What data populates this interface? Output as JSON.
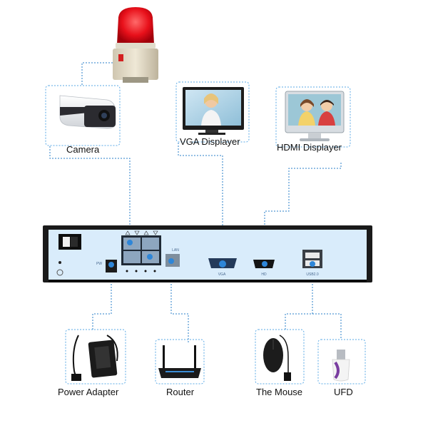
{
  "labels": {
    "camera": "Camera",
    "vga_displayer": "VGA Displayer",
    "hdmi_displayer": "HDMI Displayer",
    "power_adapter": "Power Adapter",
    "router": "Router",
    "mouse": "The Mouse",
    "ufd": "UFD"
  },
  "panel_ports": {
    "vga": "VGA",
    "hd": "HD",
    "usb": "USB2.0",
    "lan": "LAN",
    "pw": "PW"
  },
  "colors": {
    "connector_dashes": "#2a7fc8",
    "panel_face": "#d9ecfb",
    "panel_frame": "#1a1a1a",
    "port_dots": "#2e86d8"
  },
  "icons": [
    "alarm-light-icon",
    "camera-icon",
    "vga-monitor-icon",
    "hdmi-monitor-icon",
    "power-adapter-icon",
    "router-icon",
    "mouse-icon",
    "usb-drive-icon"
  ]
}
